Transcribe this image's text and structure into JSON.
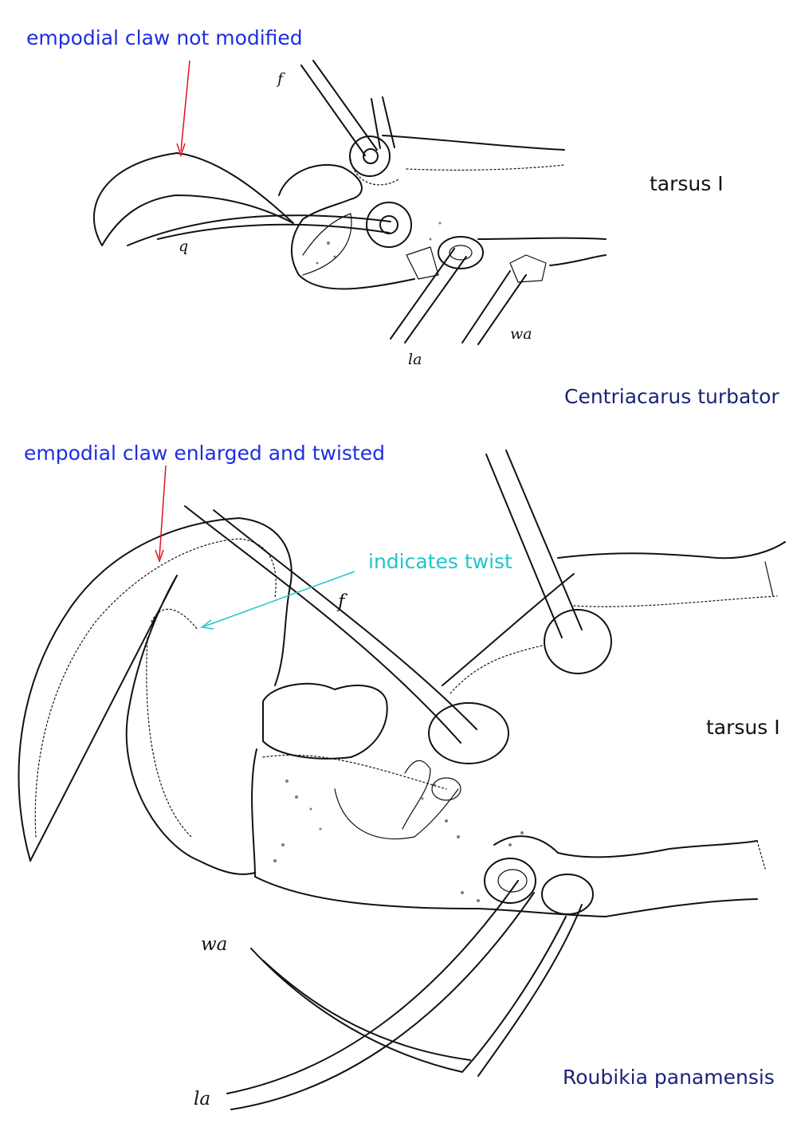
{
  "top_figure": {
    "annotation": "empodial claw not modified",
    "tarsus_label": "tarsus I",
    "species": "Centriacarus turbator",
    "seta_labels": {
      "f": "f",
      "q": "q",
      "la": "la",
      "wa": "wa"
    }
  },
  "bottom_figure": {
    "annotation": "empodial claw enlarged and twisted",
    "twist_annotation": "indicates twist",
    "tarsus_label": "tarsus I",
    "species": "Roubikia panamensis",
    "seta_labels": {
      "f": "f",
      "wa": "wa",
      "la": "la"
    }
  },
  "colors": {
    "annotation_text": "#1e2ee0",
    "twist_text": "#1ec6cc",
    "arrow_red": "#e0141e",
    "arrow_cyan": "#1ec6cc",
    "species_text": "#1c237a",
    "line_art": "#111111"
  }
}
